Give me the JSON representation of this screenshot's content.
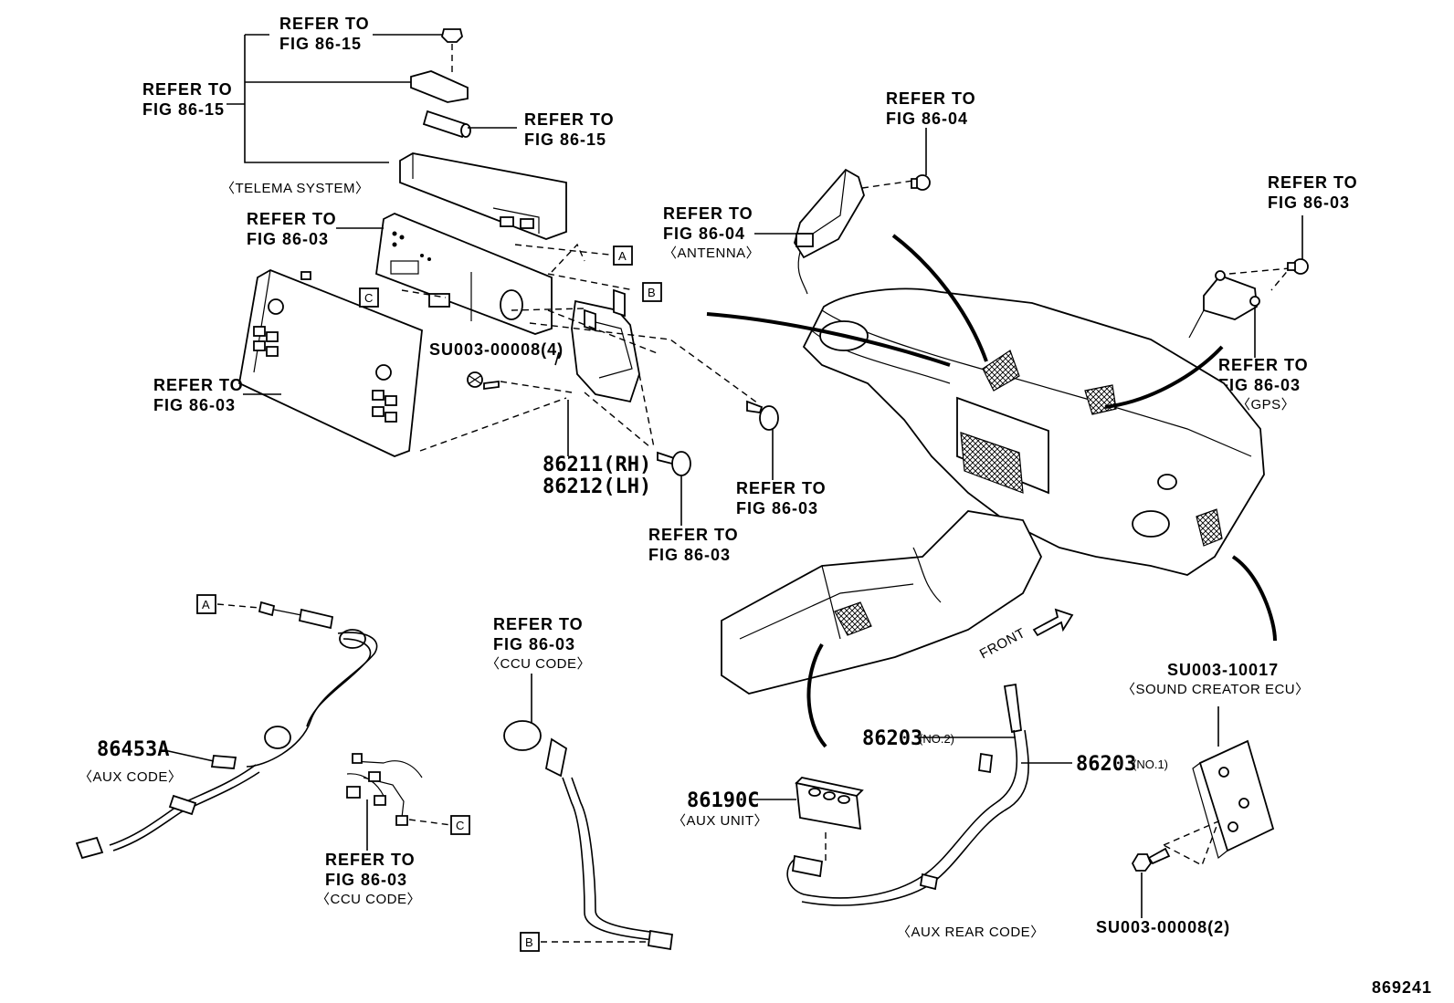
{
  "diagram": {
    "id": "869241",
    "refer_to": "REFER TO",
    "fig_86_15": "FIG 86-15",
    "fig_86_03": "FIG 86-03",
    "fig_86_04": "FIG 86-04",
    "telema_system": "〈TELEMA SYSTEM〉",
    "antenna": "〈ANTENNA〉",
    "gps": "〈GPS〉",
    "ccu_code": "〈CCU CODE〉",
    "aux_code": "〈AUX CODE〉",
    "aux_unit": "〈AUX UNIT〉",
    "aux_rear_code": "〈AUX REAR CODE〉",
    "sound_creator_ecu": "〈SOUND CREATOR ECU〉",
    "front": "FRONT",
    "parts": {
      "su003_00008_4": "SU003-00008(4)",
      "p86211": "86211(RH)",
      "p86212": "86212(LH)",
      "p86453a": "86453A",
      "p86190c": "86190C",
      "p86203": "86203",
      "no2": "(NO.2)",
      "no1": "(NO.1)",
      "su003_10017": "SU003-10017",
      "su003_00008_2": "SU003-00008(2)"
    },
    "connectors": {
      "a": "A",
      "b": "B",
      "c": "C"
    }
  }
}
